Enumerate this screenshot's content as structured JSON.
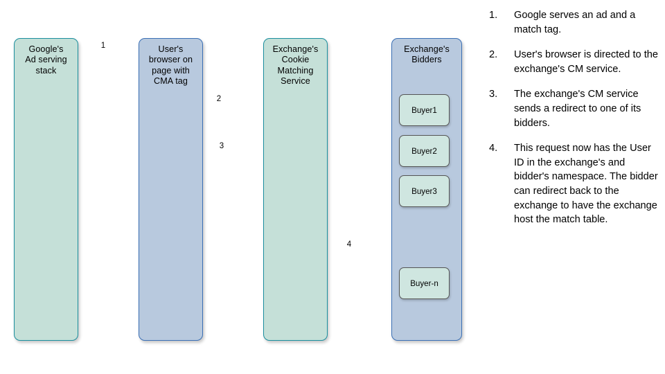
{
  "diagram": {
    "title": "Cookie matching flow between Google ad serving, user browser, exchange CM service, and exchange bidders",
    "colors": {
      "green_fill": "#c5e0d8",
      "green_stroke": "#1a8e9e",
      "blue_fill": "#b8c9de",
      "blue_stroke": "#3a6fb5",
      "buyer_fill": "#cfe6e0",
      "buyer_stroke": "#555555",
      "arrow": "#1a8e9e",
      "background": "#ffffff",
      "text": "#000000"
    },
    "lanes": [
      {
        "id": "google-ad-serving-stack",
        "label": "Google's\nAd serving\nstack",
        "style": "green"
      },
      {
        "id": "user-browser",
        "label": "User's\nbrowser on\npage with\nCMA tag",
        "style": "blue"
      },
      {
        "id": "exchange-cookie-matching-service",
        "label": "Exchange's\nCookie\nMatching\nService",
        "style": "green"
      },
      {
        "id": "exchange-bidders",
        "label": "Exchange's\nBidders",
        "style": "blue"
      }
    ],
    "buyers": [
      {
        "label": "Buyer1"
      },
      {
        "label": "Buyer2"
      },
      {
        "label": "Buyer3"
      },
      {
        "label": "Buyer-n"
      }
    ],
    "arrows": [
      {
        "number": "1",
        "from": "google-ad-serving-stack",
        "to": "user-browser",
        "direction": "right"
      },
      {
        "number": "2",
        "from": "user-browser",
        "to": "exchange-cookie-matching-service",
        "direction": "right"
      },
      {
        "number": "3",
        "from": "exchange-cookie-matching-service",
        "to": "user-browser",
        "direction": "left"
      },
      {
        "number": "4",
        "from": "exchange-cookie-matching-service",
        "to": "exchange-bidders",
        "direction": "right"
      }
    ]
  },
  "steps": [
    {
      "number": "1.",
      "text": "Google serves an ad and a match tag."
    },
    {
      "number": "2.",
      "text": "User's browser is directed to the exchange's CM service."
    },
    {
      "number": "3.",
      "text": "The exchange's CM service sends a redirect to one of its bidders."
    },
    {
      "number": "4.",
      "text": "This request now has the User ID in the exchange's and bidder's namespace. The bidder can redirect back to the exchange to have the exchange host the match table."
    }
  ]
}
